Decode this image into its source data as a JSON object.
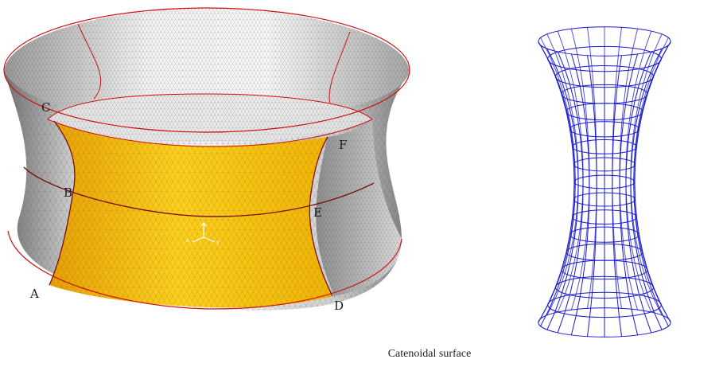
{
  "caption": "Catenoidal surface",
  "labels": {
    "A": "A",
    "B": "B",
    "C": "C",
    "D": "D",
    "E": "E",
    "F": "F"
  },
  "colors": {
    "surface_gray": "#8c8c8c",
    "surface_light": "#f4f4f4",
    "patch_orange_dark": "#e8a000",
    "patch_orange_light": "#ffd11a",
    "boundary_red": "#cc1111",
    "feature_dark_red": "#7a1010",
    "mesh_blue": "#1a1acc",
    "mesh_gray": "#555555"
  },
  "icons": [
    "coordinate-axes-icon"
  ]
}
